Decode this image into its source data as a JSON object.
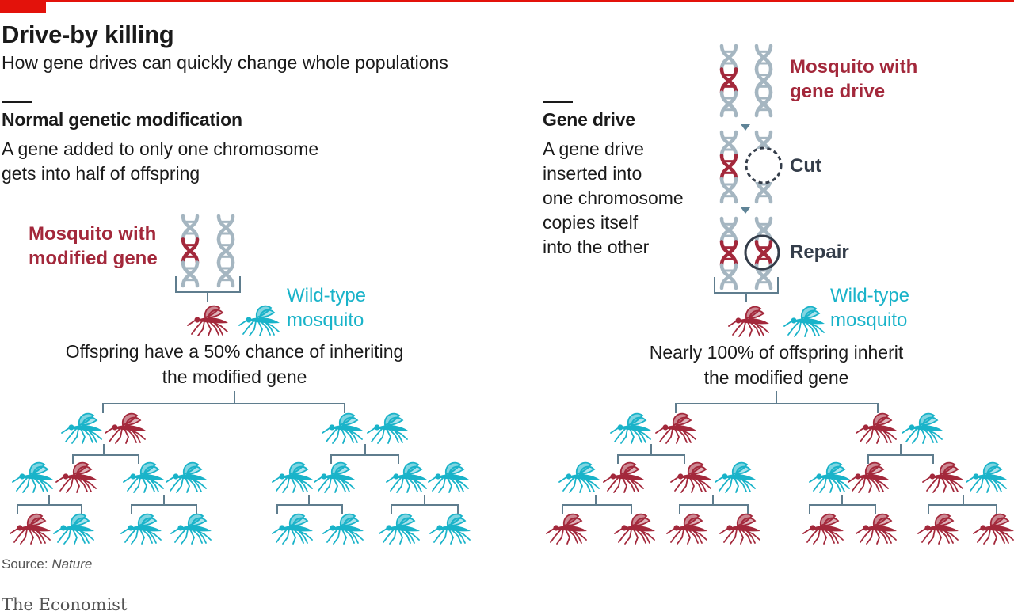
{
  "title": "Drive-by killing",
  "subtitle": "How gene drives can quickly change whole populations",
  "colors": {
    "modified": "#a3283b",
    "wild": "#19b3c9",
    "dna": "#a5b6c1",
    "tree": "#5f7d8e",
    "dark": "#343d4a",
    "accent": "#e3120b"
  },
  "left": {
    "heading": "Normal genetic modification",
    "description_lines": [
      "A gene added to only one chromosome",
      "gets into half of offspring"
    ],
    "modified_label_lines": [
      "Mosquito with",
      "modified gene"
    ],
    "wild_label_lines": [
      "Wild-type",
      "mosquito"
    ],
    "caption_lines": [
      "Offspring have a 50% chance of inheriting",
      "the modified gene"
    ],
    "offspring": {
      "gen1": [
        "wild",
        "mod",
        "wild",
        "wild"
      ],
      "gen2": [
        "wild",
        "mod",
        "wild",
        "wild",
        "wild",
        "wild",
        "wild",
        "wild"
      ],
      "gen3": [
        "mod",
        "wild",
        "wild",
        "wild",
        "wild",
        "wild",
        "wild",
        "wild"
      ]
    }
  },
  "right": {
    "heading": "Gene drive",
    "description_lines": [
      "A gene drive",
      "inserted into",
      "one chromosome",
      "copies itself",
      "into the other"
    ],
    "drive_label_lines": [
      "Mosquito with",
      "gene drive"
    ],
    "cut_label": "Cut",
    "repair_label": "Repair",
    "wild_label_lines": [
      "Wild-type",
      "mosquito"
    ],
    "caption_lines": [
      "Nearly 100% of offspring inherit",
      "the modified gene"
    ],
    "offspring": {
      "gen1": [
        "wild",
        "mod",
        "mod",
        "wild"
      ],
      "gen2": [
        "wild",
        "mod",
        "mod",
        "wild",
        "wild",
        "mod",
        "mod",
        "wild"
      ],
      "gen3": [
        "mod",
        "mod",
        "mod",
        "mod",
        "mod",
        "mod",
        "mod",
        "mod"
      ]
    }
  },
  "source_prefix": "Source: ",
  "source_name": "Nature",
  "publisher": "The Economist"
}
